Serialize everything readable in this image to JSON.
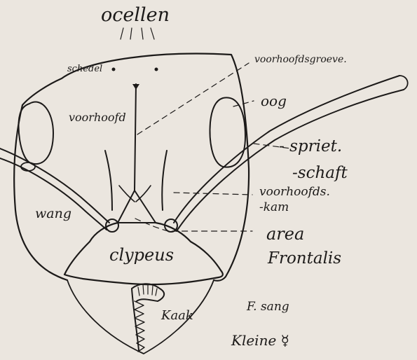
{
  "figure": {
    "ink_color": "#1c1a19",
    "paper_color": "#ebe6df",
    "labels": {
      "ocellen": "ocellen",
      "schedel": "schedel",
      "voorhoofdsgroeve": "voorhoofdsgroeve.",
      "oog": "oog",
      "voorhoofd": "voorhoofd",
      "spriet": "- spriet.",
      "schaft": "-schaft",
      "voorhoofdskam_1": "voorhoofds.",
      "voorhoofdskam_2": "-kam",
      "wang": "wang",
      "area": "area",
      "frontalis": "Frontalis",
      "clypeus": "clypeus",
      "kaak": "Kaak",
      "signature": "F. sang",
      "caption": "Kleine ☿"
    }
  }
}
